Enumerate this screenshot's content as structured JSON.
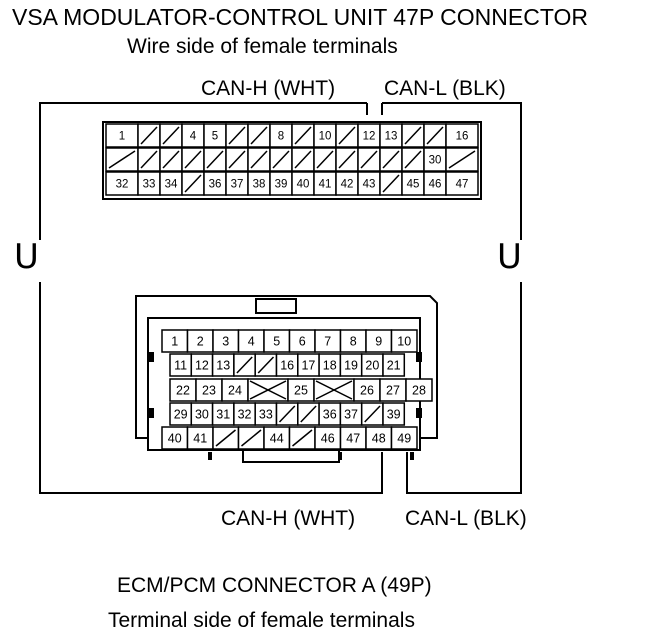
{
  "top_connector": {
    "title": "VSA MODULATOR-CONTROL UNIT 47P CONNECTOR",
    "subtitle": "Wire side of female terminals",
    "rows": [
      [
        "1",
        "/",
        "/",
        "4",
        "5",
        "/",
        "/",
        "8",
        "/",
        "10",
        "/",
        "12",
        "13",
        "/",
        "/",
        "16"
      ],
      [
        "/",
        "/",
        "/",
        "/",
        "/",
        "/",
        "/",
        "/",
        "/",
        "/",
        "/",
        "/",
        "/",
        "/",
        "30",
        "/"
      ],
      [
        "32",
        "33",
        "34",
        "/",
        "36",
        "37",
        "38",
        "39",
        "40",
        "41",
        "42",
        "43",
        "/",
        "45",
        "46",
        "47"
      ]
    ],
    "can_h_label": "CAN-H (WHT)",
    "can_l_label": "CAN-L (BLK)"
  },
  "bottom_connector": {
    "title": "ECM/PCM CONNECTOR A (49P)",
    "subtitle": "Terminal side of female terminals",
    "rows": [
      [
        "1",
        "2",
        "3",
        "4",
        "5",
        "6",
        "7",
        "8",
        "9",
        "10"
      ],
      [
        "11",
        "12",
        "13",
        "/",
        "/",
        "16",
        "17",
        "18",
        "19",
        "20",
        "21"
      ],
      [
        "22",
        "23",
        "24",
        "X",
        "25",
        "X",
        "26",
        "27",
        "28"
      ],
      [
        "29",
        "30",
        "31",
        "32",
        "33",
        "/",
        "/",
        "36",
        "37",
        "/",
        "39"
      ],
      [
        "40",
        "41",
        "/",
        "/",
        "44",
        "/",
        "46",
        "47",
        "48",
        "49"
      ]
    ],
    "can_h_label": "CAN-H (WHT)",
    "can_l_label": "CAN-L (BLK)"
  },
  "splice_symbol_left": "U",
  "splice_symbol_right": "U"
}
